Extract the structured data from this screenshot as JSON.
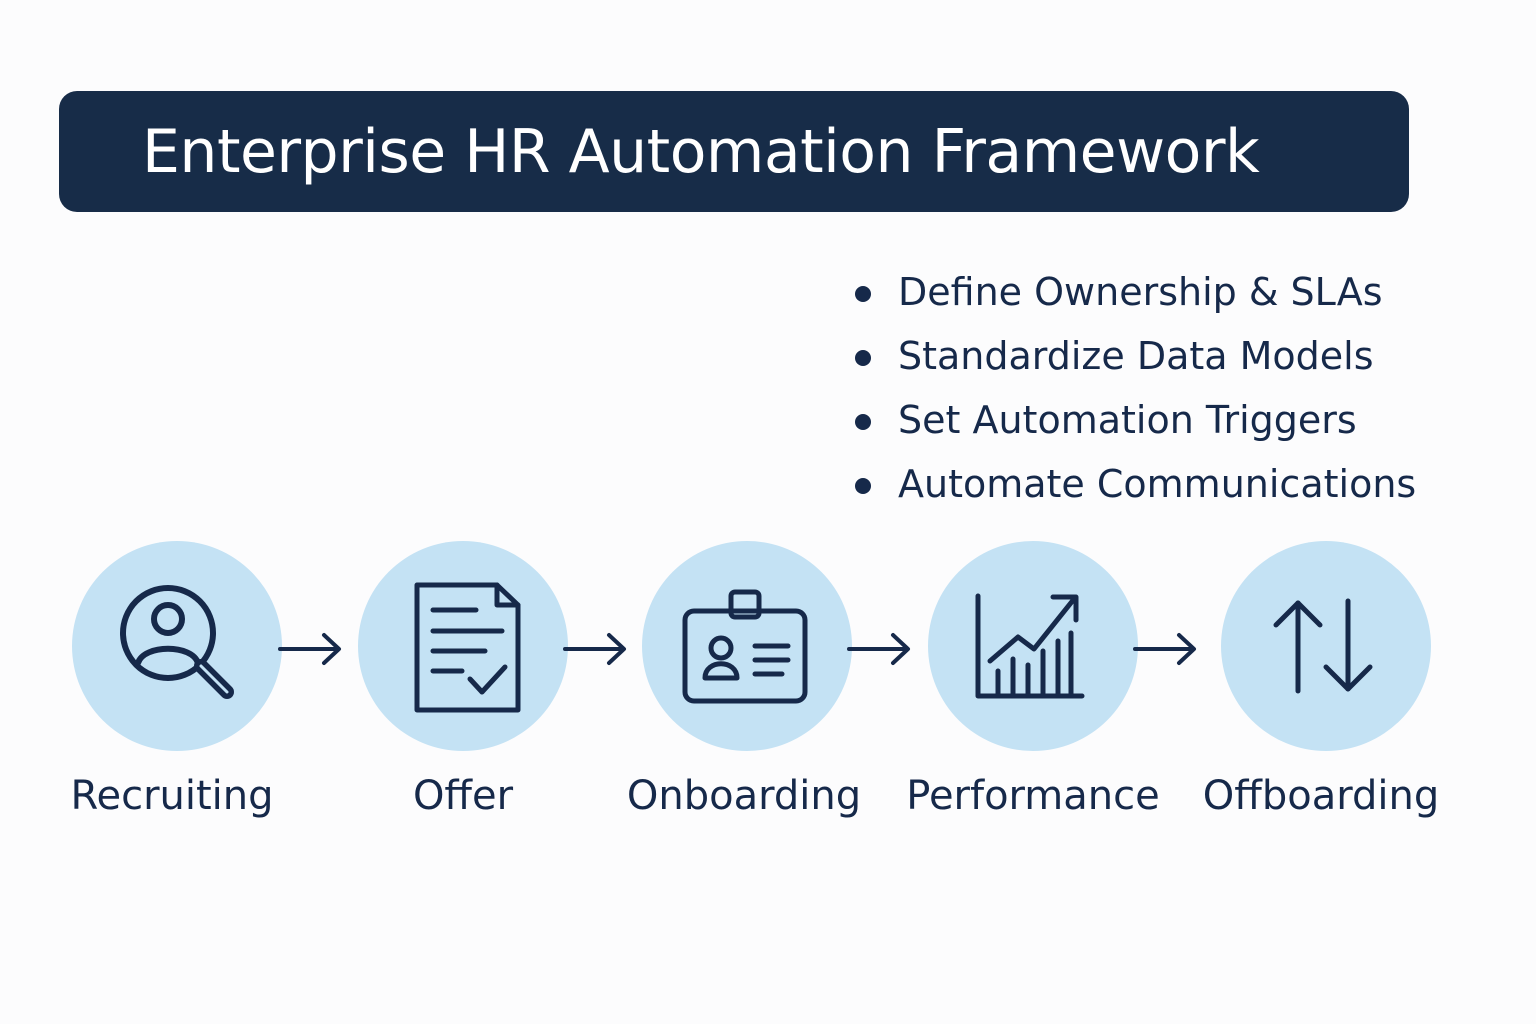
{
  "title": "Enterprise HR Automation Framework",
  "checklist": [
    "Define Ownership & SLAs",
    "Standardize Data Models",
    "Set Automation Triggers",
    "Automate Communications"
  ],
  "stages": [
    {
      "label": "Recruiting",
      "icon": "magnifier-person-icon"
    },
    {
      "label": "Offer",
      "icon": "document-check-icon"
    },
    {
      "label": "Onboarding",
      "icon": "id-badge-icon"
    },
    {
      "label": "Performance",
      "icon": "growth-chart-icon"
    },
    {
      "label": "Offboarding",
      "icon": "up-down-arrows-icon"
    }
  ],
  "colors": {
    "navy": "#172c48",
    "circle_fill": "#c4e2f4",
    "ink": "#16294a"
  }
}
